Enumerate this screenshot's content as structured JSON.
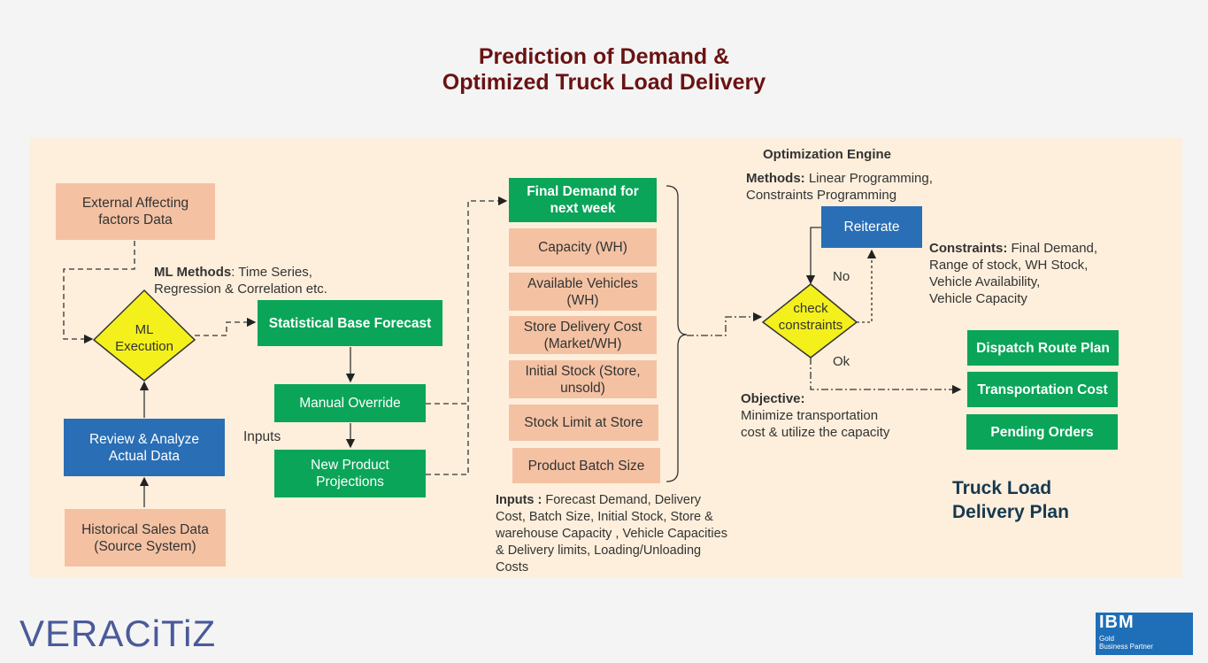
{
  "title": {
    "line1": "Prediction of Demand &",
    "line2": "Optimized Truck Load Delivery"
  },
  "left": {
    "external_factors": "External Affecting factors Data",
    "ml_methods_label": "ML Methods",
    "ml_methods_text": ": Time Series,",
    "ml_methods_text2": "Regression & Correlation etc.",
    "ml_execution": "ML Execution",
    "review_analyze": "Review & Analyze Actual Data",
    "historical_sales": "Historical Sales Data (Source System)"
  },
  "middle": {
    "statistical_forecast": "Statistical Base Forecast",
    "manual_override": "Manual Override",
    "inputs_label": "Inputs",
    "new_product": "New Product Projections"
  },
  "demand": {
    "final_demand": "Final Demand for next week",
    "items": [
      "Capacity (WH)",
      "Available Vehicles (WH)",
      "Store Delivery Cost (Market/WH)",
      "Initial Stock (Store, unsold)",
      "Stock Limit at Store",
      "Product Batch Size"
    ],
    "inputs_label": "Inputs :",
    "inputs_lines": [
      " Forecast Demand, Delivery",
      "Cost, Batch Size, Initial Stock, Store &",
      "warehouse Capacity , Vehicle Capacities",
      "& Delivery limits, Loading/Unloading",
      "Costs"
    ]
  },
  "optimization": {
    "engine_title": "Optimization Engine",
    "methods_label": "Methods:",
    "methods_text": " Linear Programming,",
    "methods_text2": "Constraints Programming",
    "reiterate": "Reiterate",
    "check_constraints": "check constraints",
    "no_label": "No",
    "ok_label": "Ok",
    "constraints_label": "Constraints:",
    "constraints_lines": [
      " Final Demand,",
      "Range of stock,  WH Stock,",
      "Vehicle Availability,",
      "Vehicle Capacity"
    ],
    "objective_label": "Objective:",
    "objective_lines": [
      "Minimize transportation",
      "cost & utilize the capacity"
    ]
  },
  "outputs": {
    "items": [
      "Dispatch Route Plan",
      "Transportation Cost",
      "Pending Orders"
    ],
    "plan_title_line1": "Truck Load",
    "plan_title_line2": "Delivery Plan"
  },
  "logos": {
    "veracitiz": "VERACiTiZ",
    "ibm": "IBM",
    "ibm_sub1": "Gold",
    "ibm_sub2": "Business Partner"
  }
}
